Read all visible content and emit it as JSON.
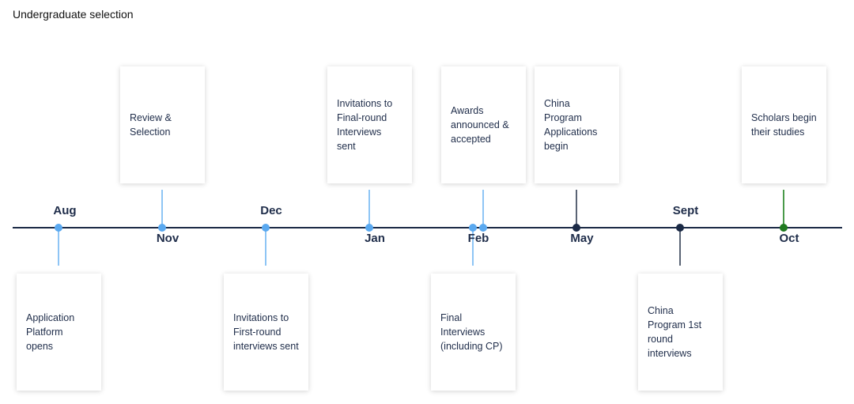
{
  "title": "Undergraduate selection",
  "colors": {
    "light": "#5aa9f0",
    "dark": "#1b2a46",
    "green": "#1f7a1f"
  },
  "months": [
    {
      "label": "Aug"
    },
    {
      "label": "Nov"
    },
    {
      "label": "Dec"
    },
    {
      "label": "Jan"
    },
    {
      "label": "Feb"
    },
    {
      "label": "May"
    },
    {
      "label": "Sept"
    },
    {
      "label": "Oct"
    }
  ],
  "events": [
    {
      "text": "Application Platform opens"
    },
    {
      "text": "Review & Selection"
    },
    {
      "text": "Invitations to First-round interviews sent"
    },
    {
      "text": "Invitations to Final-round Interviews sent"
    },
    {
      "text": "Final Interviews (including CP)"
    },
    {
      "text": "Awards announced & accepted"
    },
    {
      "text": "China Program Applications begin"
    },
    {
      "text": "China Program 1st round interviews"
    },
    {
      "text": "Scholars begin their studies"
    }
  ]
}
